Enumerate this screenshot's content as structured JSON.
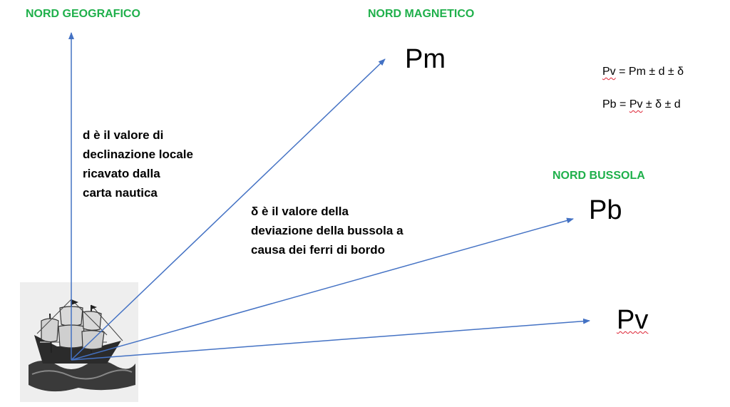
{
  "headings": {
    "nord_geografico": "NORD GEOGRAFICO",
    "nord_magnetico": "NORD MAGNETICO",
    "nord_bussola": "NORD BUSSOLA"
  },
  "nodes": {
    "pm": "Pm",
    "pb": "Pb",
    "pv": "Pv"
  },
  "formulas": {
    "f1": {
      "lhs": "Pv",
      "rhs": " = Pm ± d ± δ"
    },
    "f2": {
      "lhs": "Pb = ",
      "mid": "Pv",
      "rhs": " ± δ ± d"
    }
  },
  "notes": {
    "declination": [
      "d è il valore di",
      "declinazione locale",
      "ricavato dalla",
      "carta nautica"
    ],
    "deviation": [
      "δ è il valore della",
      "deviazione della bussola a",
      "causa dei ferri di bordo"
    ]
  },
  "colors": {
    "heading": "#1fb04b",
    "arrow": "#4472c4",
    "spellcheck": "#dd2233"
  },
  "icons": {
    "ship": "sailing-ship-icon"
  }
}
